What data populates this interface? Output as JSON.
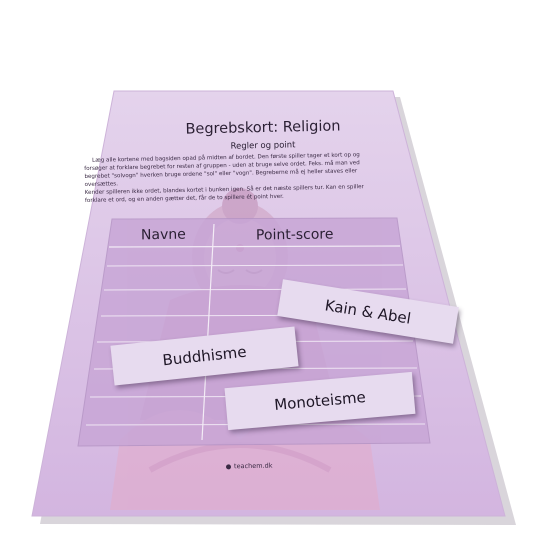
{
  "sheet": {
    "title": "Begrebskort: Religion",
    "subtitle": "Regler og point",
    "rules": [
      "Læg alle kortene med bagsiden opad på midten af bordet. Den første spiller tager et kort op og forsøger at forklare begrebet for resten af gruppen - uden at bruge selve ordet. Feks. må man ved begrebet \"solvogn\" hverken bruge ordene \"sol\" eller \"vogn\". Begreberne må ej heller staves eller oversættes.",
      "Kender spilleren ikke ordet, blandes kortet i bunken igen. Så er det næste spillers tur. Kan en spiller forklare et ord, og en anden gætter det, får de to spillere ét point hver."
    ],
    "table": {
      "col_names": "Navne",
      "col_score": "Point-score"
    },
    "brand": "teachem.dk"
  },
  "cards": {
    "kain": "Kain & Abel",
    "buddhism": "Buddhisme",
    "mono": "Monoteisme"
  },
  "colors": {
    "sheet": "#dcc5e6",
    "table_panel": "#c8a6d6",
    "lotus": "#e5b8d2",
    "card": "#e7dbef"
  }
}
